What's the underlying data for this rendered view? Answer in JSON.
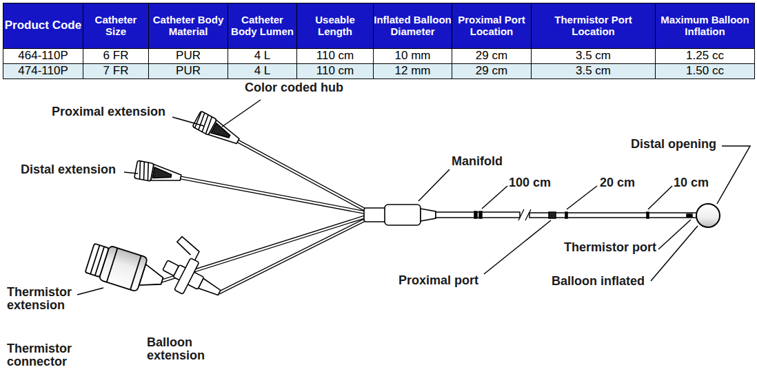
{
  "diagram": {
    "labels": [
      "Product Code",
      "Catheter Size",
      "Catheter Body Material",
      "Catheter Body Lumen",
      "Useable Length",
      "Inflated Balloon Diameter",
      "Proximal Port Location",
      "Thermistor Port Location",
      "Maximum Balloon Inflation",
      "464-110P",
      "6 FR",
      "PUR",
      "4 L",
      "110 cm",
      "10 mm",
      "29 cm",
      "3.5 cm",
      "1.25 cc",
      "474-110P",
      "7 FR",
      "PUR",
      "4 L",
      "110 cm",
      "12 mm",
      "29 cm",
      "3.5 cm",
      "1.50 cc",
      "Color coded hub",
      "Proximal extension",
      "Distal extension",
      "Manifold",
      "100 cm",
      "20 cm",
      "10 cm",
      "Distal opening",
      "Thermistor port",
      "Proximal port",
      "Balloon inflated",
      "Thermistor extension",
      "Thermistor connector",
      "Balloon extension"
    ]
  }
}
